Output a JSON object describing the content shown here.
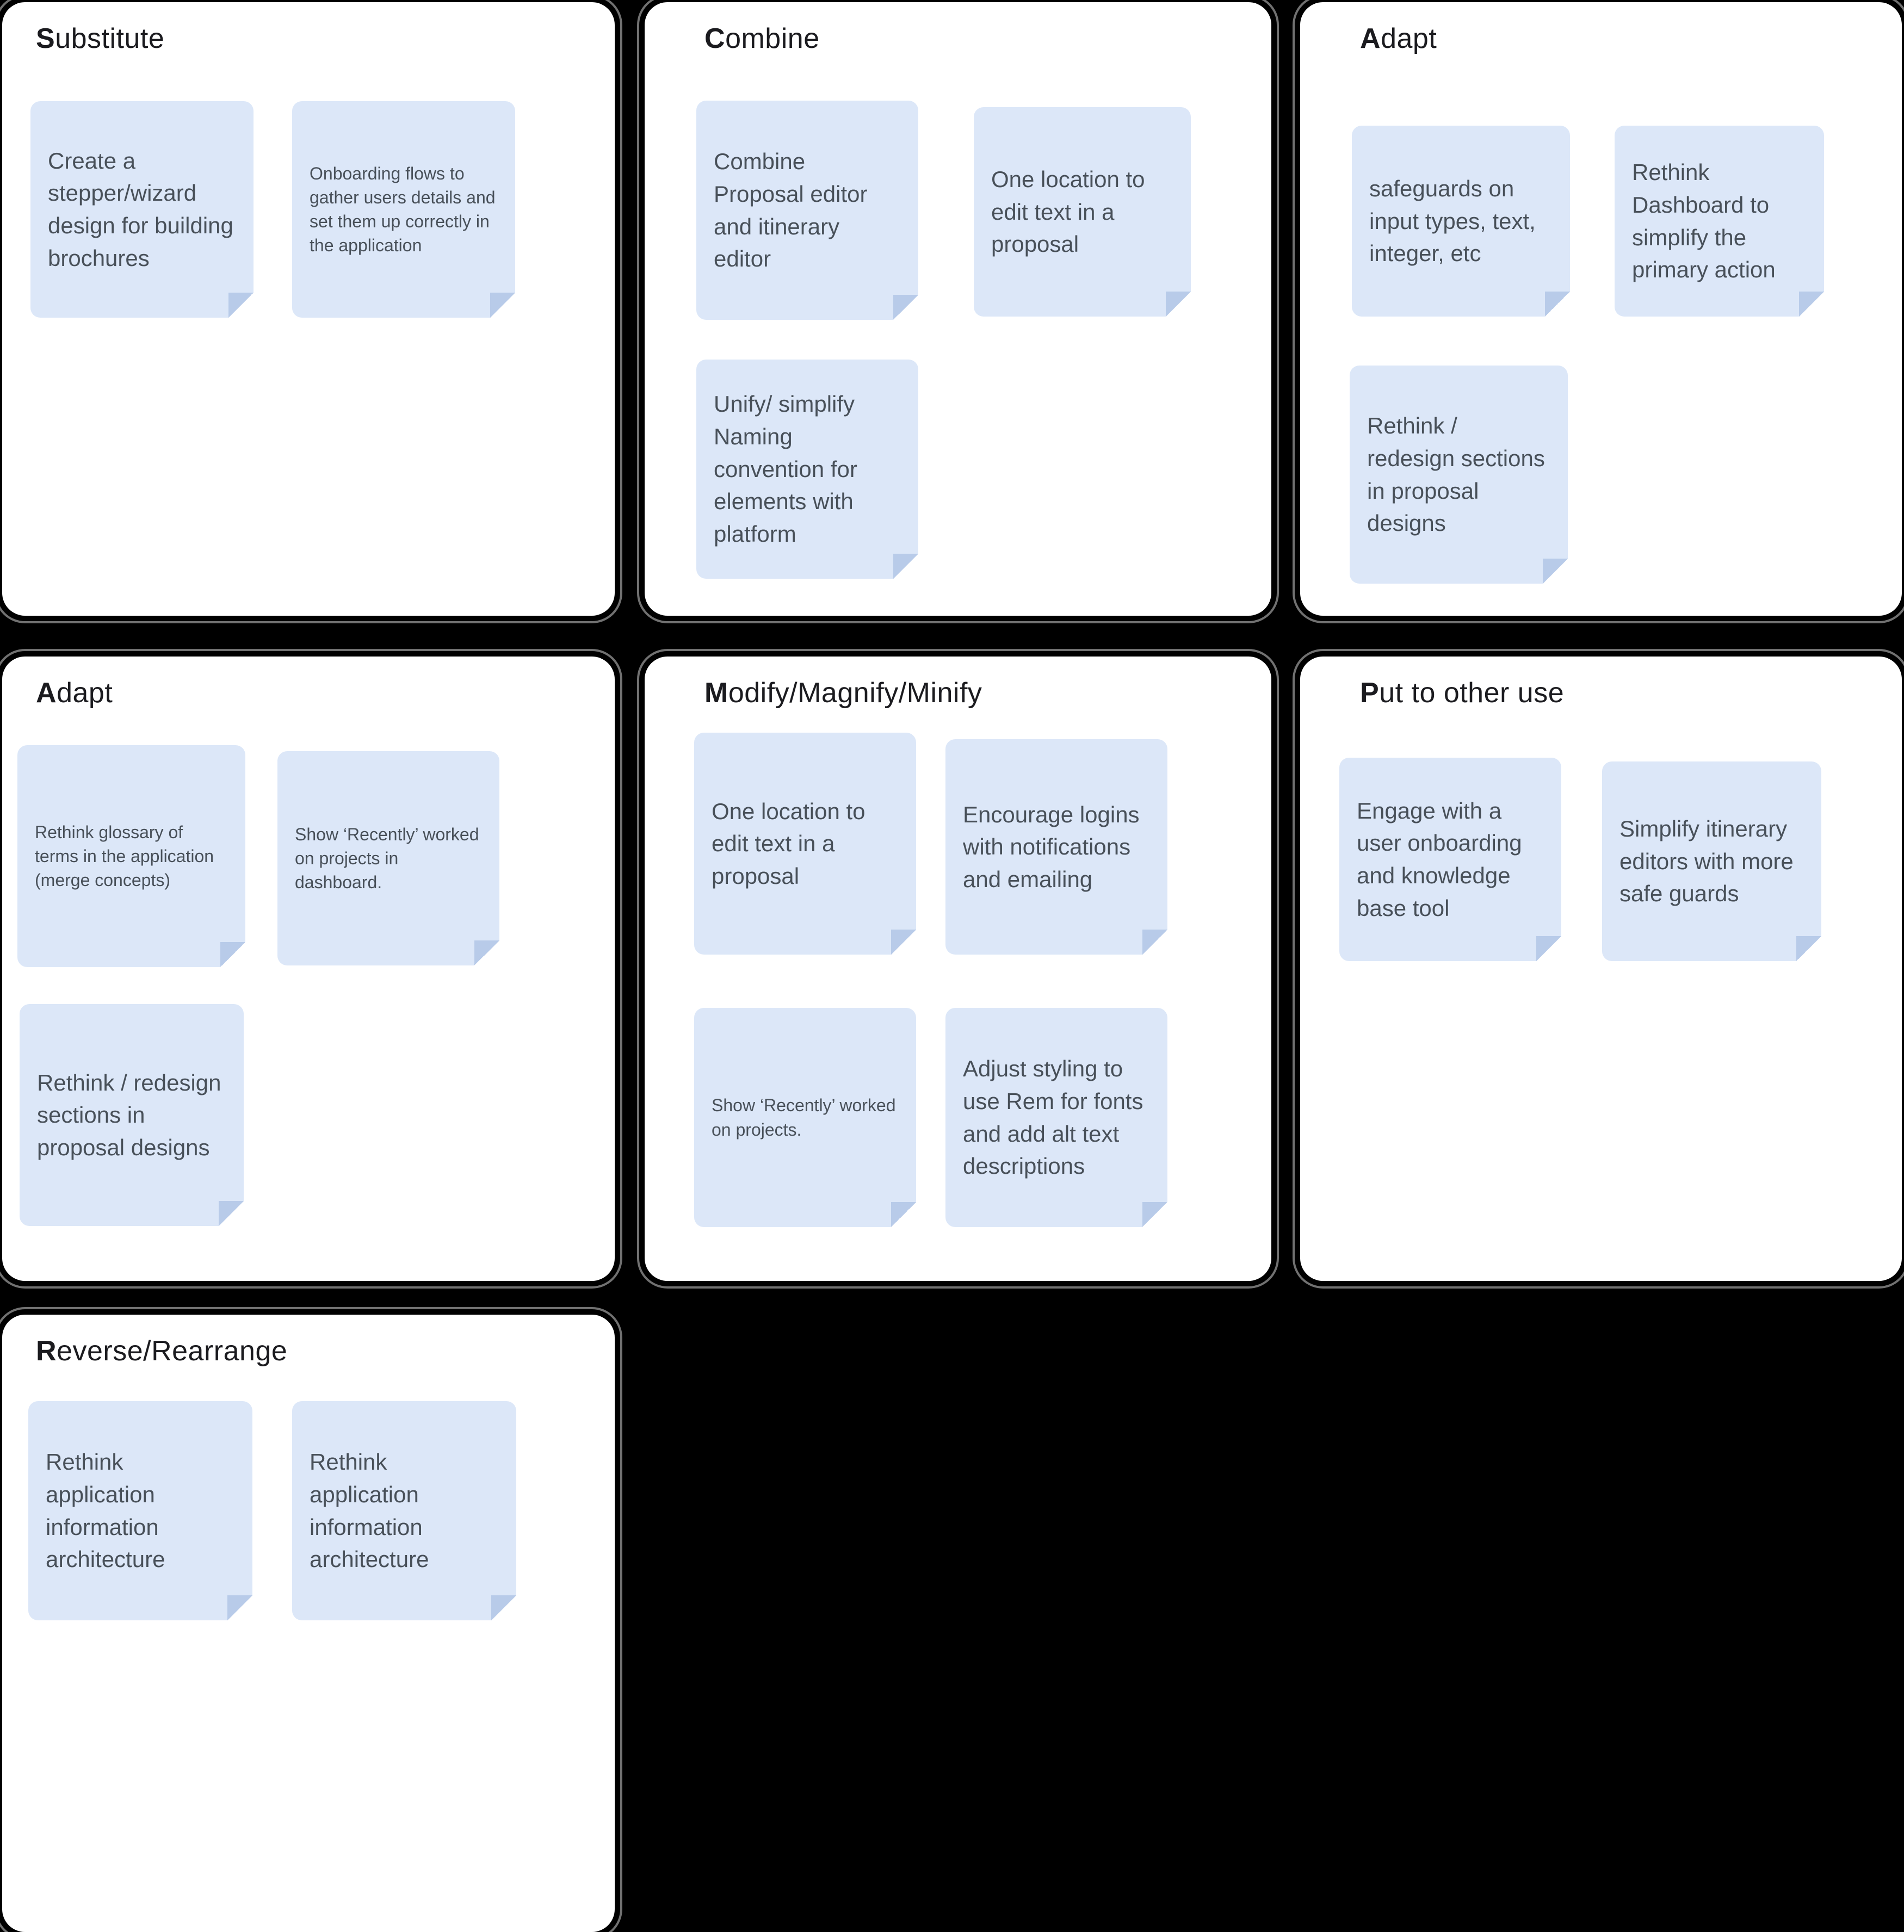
{
  "board": {
    "background_color": "#000000",
    "colors": {
      "card_bg": "#ffffff",
      "note_bg": "#dce7f8",
      "note_fold": "#b8cbe9",
      "note_text": "#485059",
      "title_text": "#1b1b1f"
    },
    "sections": [
      {
        "title_bold": "S",
        "title_rest": "ubstitute",
        "notes": [
          {
            "text": "Create a stepper/wizard design for building brochures"
          },
          {
            "text": "Onboarding flows to gather users details and set them up correctly in the application"
          }
        ]
      },
      {
        "title_bold": "C",
        "title_rest": "ombine",
        "notes": [
          {
            "text": "Combine Proposal editor and itinerary editor"
          },
          {
            "text": "One location to edit text in a proposal"
          },
          {
            "text": "Unify/ simplify Naming convention for elements with platform"
          }
        ]
      },
      {
        "title_bold": "A",
        "title_rest": "dapt",
        "notes": [
          {
            "text": "safeguards on input types, text, integer, etc"
          },
          {
            "text": "Rethink Dashboard to simplify the primary action"
          },
          {
            "text": "Rethink / redesign sections in proposal designs"
          }
        ]
      },
      {
        "title_bold": "A",
        "title_rest": "dapt",
        "notes": [
          {
            "text": "Rethink glossary of terms in the application (merge concepts)"
          },
          {
            "text": "Show ‘Recently’ worked on projects in dashboard."
          },
          {
            "text": "Rethink / redesign sections in proposal designs"
          }
        ]
      },
      {
        "title_bold": "M",
        "title_rest": "odify/Magnify/Minify",
        "notes": [
          {
            "text": "One location to edit text in a proposal"
          },
          {
            "text": "Encourage logins with notifications and emailing"
          },
          {
            "text": "Show ‘Recently’ worked on projects."
          },
          {
            "text": "Adjust styling to use Rem for fonts and add alt text descriptions"
          }
        ]
      },
      {
        "title_bold": "P",
        "title_rest": "ut to other use",
        "notes": [
          {
            "text": "Engage with a user onboarding and knowledge base tool"
          },
          {
            "text": "Simplify itinerary editors with more safe guards"
          }
        ]
      },
      {
        "title_bold": "R",
        "title_rest": "everse/Rearrange",
        "notes": [
          {
            "text": "Rethink application information architecture"
          },
          {
            "text": "Rethink application information architecture"
          }
        ]
      }
    ]
  }
}
